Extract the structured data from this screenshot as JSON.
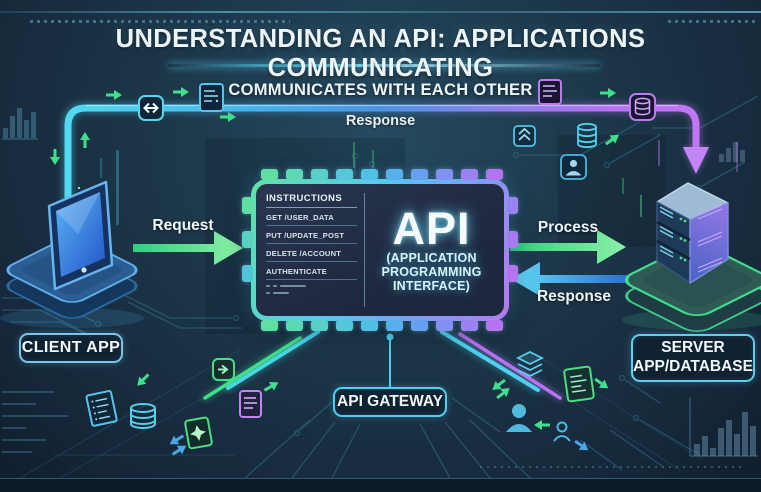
{
  "title": "UNDERSTANDING AN API: APPLICATIONS COMMUNICATING",
  "subtitle": "COMMUNICATES WITH EACH OTHER",
  "flow_labels": {
    "response_top": "Response",
    "request": "Request",
    "process": "Process",
    "response_right": "Response"
  },
  "nodes": {
    "client": {
      "label": "CLIENT APP"
    },
    "gateway": {
      "label": "API GATEWAY"
    },
    "server": {
      "label_line1": "SERVER",
      "label_line2": "APP/DATABASE"
    }
  },
  "api_chip": {
    "title": "API",
    "subtitle_line1": "(APPLICATION",
    "subtitle_line2": "PROGRAMMING",
    "subtitle_line3": "INTERFACE)",
    "instructions_header": "INSTRUCTIONS",
    "instructions": [
      "GET /USER_DATA",
      "PUT /UPDATE_POST",
      "DELETE /ACCOUNT",
      "AUTHENTICATE"
    ]
  },
  "colors": {
    "pipe_cyan": "#52dbf2",
    "pipe_purple": "#b873f0",
    "arrow_green": "#3fe08c",
    "arrow_blue": "#2f7fd8",
    "accent_cyan": "#4fd0f0"
  }
}
